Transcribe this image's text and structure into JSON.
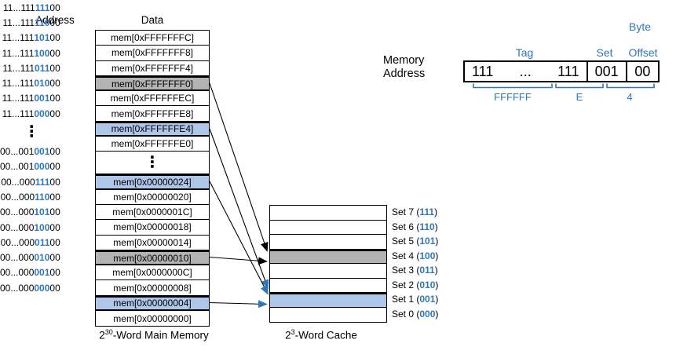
{
  "colors": {
    "blue_text": "#2e77bc",
    "blue_fill": "#aec6e8",
    "gray_fill": "#b3b3b3",
    "line": "#000000"
  },
  "headers": {
    "address": "Address",
    "data": "Data"
  },
  "icons": {
    "vertical_ellipsis": "⋮"
  },
  "main_memory": {
    "caption": {
      "base": "2",
      "exp": "30",
      "rest": "-Word Main Memory"
    },
    "rows": [
      {
        "prefix": "11...111",
        "set": "111",
        "offset": "00",
        "data": "mem[0xFFFFFFFC]",
        "highlight": ""
      },
      {
        "prefix": "11...111",
        "set": "110",
        "offset": "00",
        "data": "mem[0xFFFFFFF8]",
        "highlight": ""
      },
      {
        "prefix": "11...111",
        "set": "101",
        "offset": "00",
        "data": "mem[0xFFFFFFF4]",
        "highlight": ""
      },
      {
        "prefix": "11...111",
        "set": "100",
        "offset": "00",
        "data": "mem[0xFFFFFFF0]",
        "highlight": "gray"
      },
      {
        "prefix": "11...111",
        "set": "011",
        "offset": "00",
        "data": "mem[0xFFFFFFEC]",
        "highlight": ""
      },
      {
        "prefix": "11...111",
        "set": "010",
        "offset": "00",
        "data": "mem[0xFFFFFFE8]",
        "highlight": ""
      },
      {
        "prefix": "11...111",
        "set": "001",
        "offset": "00",
        "data": "mem[0xFFFFFFE4]",
        "highlight": "blue"
      },
      {
        "prefix": "11...111",
        "set": "000",
        "offset": "00",
        "data": "mem[0xFFFFFFE0]",
        "highlight": ""
      },
      {
        "prefix": "00...001",
        "set": "001",
        "offset": "00",
        "data": "mem[0x00000024]",
        "highlight": "blue"
      },
      {
        "prefix": "00...001",
        "set": "000",
        "offset": "00",
        "data": "mem[0x00000020]",
        "highlight": ""
      },
      {
        "prefix": "00...000",
        "set": "111",
        "offset": "00",
        "data": "mem[0x0000001C]",
        "highlight": ""
      },
      {
        "prefix": "00...000",
        "set": "110",
        "offset": "00",
        "data": "mem[0x00000018]",
        "highlight": ""
      },
      {
        "prefix": "00...000",
        "set": "101",
        "offset": "00",
        "data": "mem[0x00000014]",
        "highlight": ""
      },
      {
        "prefix": "00...000",
        "set": "100",
        "offset": "00",
        "data": "mem[0x00000010]",
        "highlight": "gray"
      },
      {
        "prefix": "00...000",
        "set": "011",
        "offset": "00",
        "data": "mem[0x0000000C]",
        "highlight": ""
      },
      {
        "prefix": "00...000",
        "set": "010",
        "offset": "00",
        "data": "mem[0x00000008]",
        "highlight": ""
      },
      {
        "prefix": "00...000",
        "set": "001",
        "offset": "00",
        "data": "mem[0x00000004]",
        "highlight": "blue"
      },
      {
        "prefix": "00...000",
        "set": "000",
        "offset": "00",
        "data": "mem[0x00000000]",
        "highlight": ""
      }
    ]
  },
  "cache": {
    "caption": {
      "base": "2",
      "exp": "3",
      "rest": "-Word Cache"
    },
    "rows": [
      {
        "label": "Set 7 (",
        "bits": "111",
        "close": ")",
        "highlight": ""
      },
      {
        "label": "Set 6 (",
        "bits": "110",
        "close": ")",
        "highlight": ""
      },
      {
        "label": "Set 5 (",
        "bits": "101",
        "close": ")",
        "highlight": ""
      },
      {
        "label": "Set 4 (",
        "bits": "100",
        "close": ")",
        "highlight": "gray"
      },
      {
        "label": "Set 3 (",
        "bits": "011",
        "close": ")",
        "highlight": ""
      },
      {
        "label": "Set 2 (",
        "bits": "010",
        "close": ")",
        "highlight": ""
      },
      {
        "label": "Set 1 (",
        "bits": "001",
        "close": ")",
        "highlight": "blue"
      },
      {
        "label": "Set 0 (",
        "bits": "000",
        "close": ")",
        "highlight": ""
      }
    ]
  },
  "address_fields": {
    "label_line1": "Memory",
    "label_line2": "Address",
    "tag_left": "111",
    "dots": "...",
    "tag_right": "111",
    "set_bits": "001",
    "offset_bits": "00",
    "tag_label": "Tag",
    "set_label": "Set",
    "byte_label": "Byte",
    "offset_label": "Offset",
    "hex_tag": "FFFFFF",
    "hex_mid": "E",
    "hex_low": "4"
  }
}
